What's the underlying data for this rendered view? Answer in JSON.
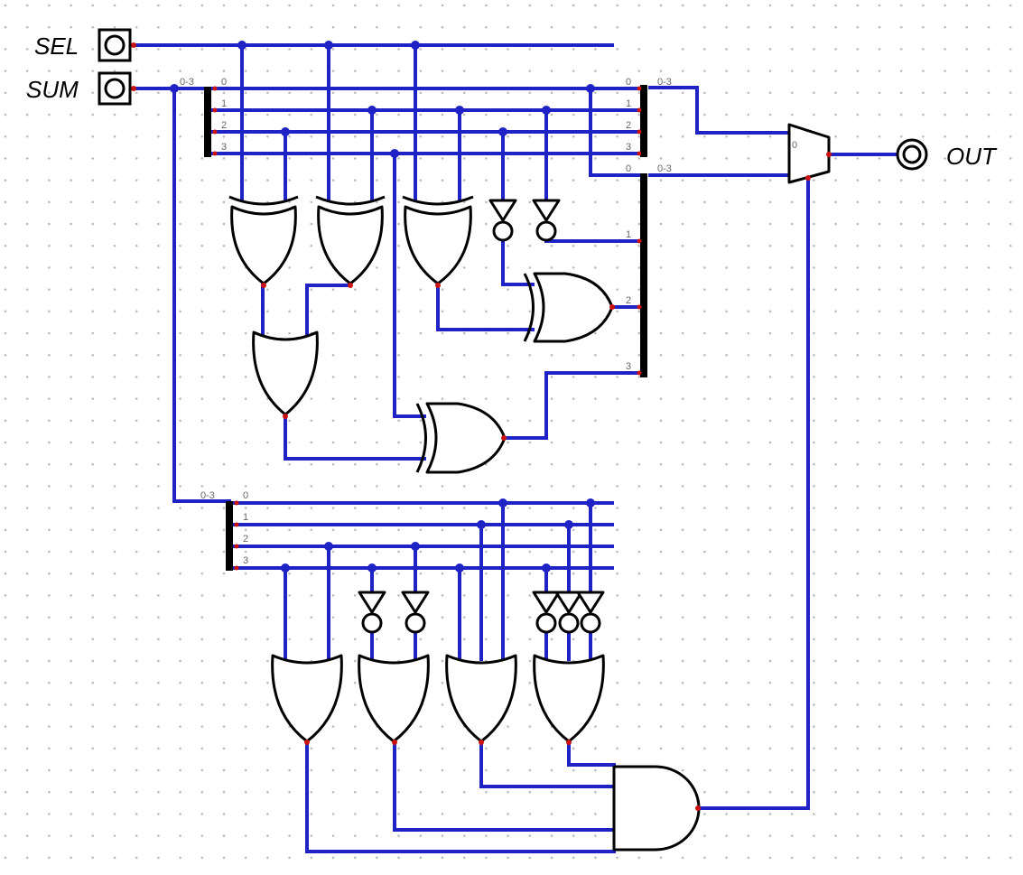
{
  "inputs": [
    {
      "id": "sel",
      "label": "SEL"
    },
    {
      "id": "sum",
      "label": "SUM"
    }
  ],
  "outputs": [
    {
      "id": "out",
      "label": "OUT"
    }
  ],
  "splitters": {
    "range": "0-3",
    "bits": [
      "0",
      "1",
      "2",
      "3"
    ]
  },
  "mux": {
    "select_label": "0"
  },
  "colors": {
    "wire": "#1f22c4",
    "pin": "#cc1111",
    "bus": "#000000",
    "grid": "#b8b8b8"
  }
}
